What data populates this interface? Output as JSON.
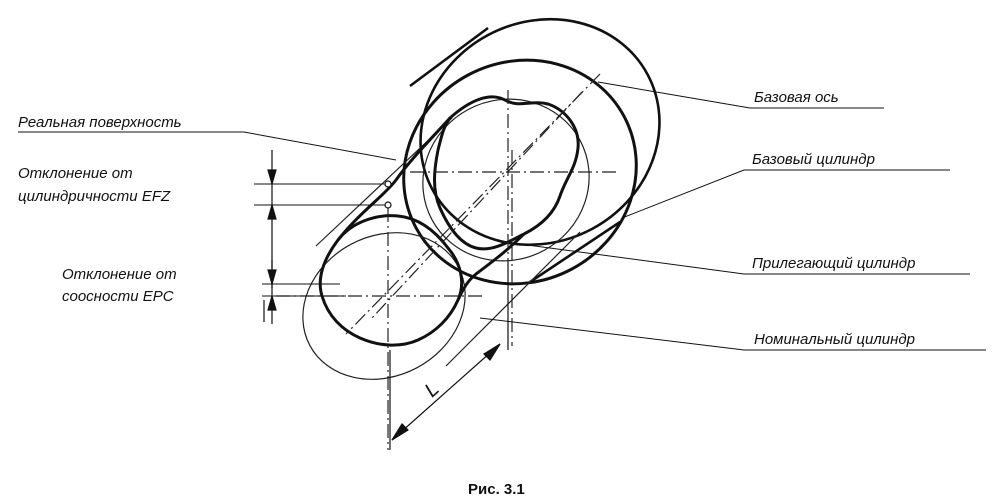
{
  "labels": {
    "real_surface": "Реальная поверхность",
    "efz_line1": "Отклонение от",
    "efz_line2": "цилиндричности EFZ",
    "epc_line1": "Отклонение от",
    "epc_line2": "соосности EPC",
    "base_axis": "Базовая ось",
    "base_cylinder": "Базовый цилиндр",
    "adjacent_cylinder": "Прилегающий цилиндр",
    "nominal_cylinder": "Номинальный цилиндр",
    "length": "L"
  },
  "caption": "Рис. 3.1",
  "colors": {
    "ink": "#111111",
    "background": "#ffffff"
  }
}
